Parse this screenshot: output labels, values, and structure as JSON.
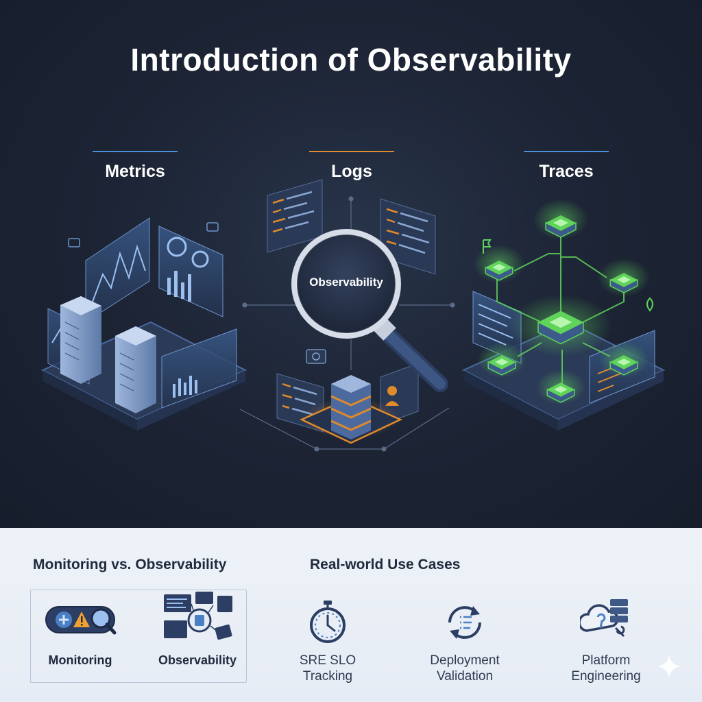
{
  "title": "Introduction of Observability",
  "pillars": {
    "metrics": {
      "label": "Metrics",
      "accent": "#4a90d9"
    },
    "logs": {
      "label": "Logs",
      "accent": "#e08a2c"
    },
    "traces": {
      "label": "Traces",
      "accent": "#4a90d9"
    }
  },
  "center_label": "Observability",
  "bottom": {
    "comparison": {
      "title": "Monitoring vs. Observability",
      "monitoring_label": "Monitoring",
      "observability_label": "Observability"
    },
    "use_cases": {
      "title": "Real-world Use Cases",
      "items": [
        {
          "line1": "SRE SLO",
          "line2": "Tracking",
          "icon": "stopwatch-icon"
        },
        {
          "line1": "Deployment",
          "line2": "Validation",
          "icon": "refresh-checklist-icon"
        },
        {
          "line1": "Platform",
          "line2": "Engineering",
          "icon": "cloud-server-wrench-icon"
        }
      ]
    }
  },
  "colors": {
    "background": "#1b2333",
    "metrics_blue": "#4a90d9",
    "logs_orange": "#e08a2c",
    "traces_green": "#5fd35a",
    "bottom_panel": "#eaeff6"
  }
}
